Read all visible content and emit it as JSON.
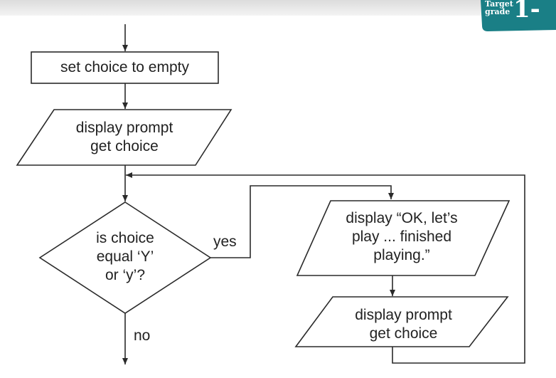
{
  "badge": {
    "line1": "Target",
    "line2": "grade",
    "grade_range": "1-"
  },
  "flowchart": {
    "set_choice": "set choice to empty",
    "display_prompt_1": "display prompt\nget choice",
    "decision": "is choice\nequal ‘Y’\nor ‘y’?",
    "yes_label": "yes",
    "no_label": "no",
    "display_ok": "display “OK, let’s\nplay ... finished\nplaying.”",
    "display_prompt_2": "display prompt\nget choice"
  },
  "colors": {
    "stroke": "#2a2a2a",
    "badge": "#1a7f86"
  }
}
